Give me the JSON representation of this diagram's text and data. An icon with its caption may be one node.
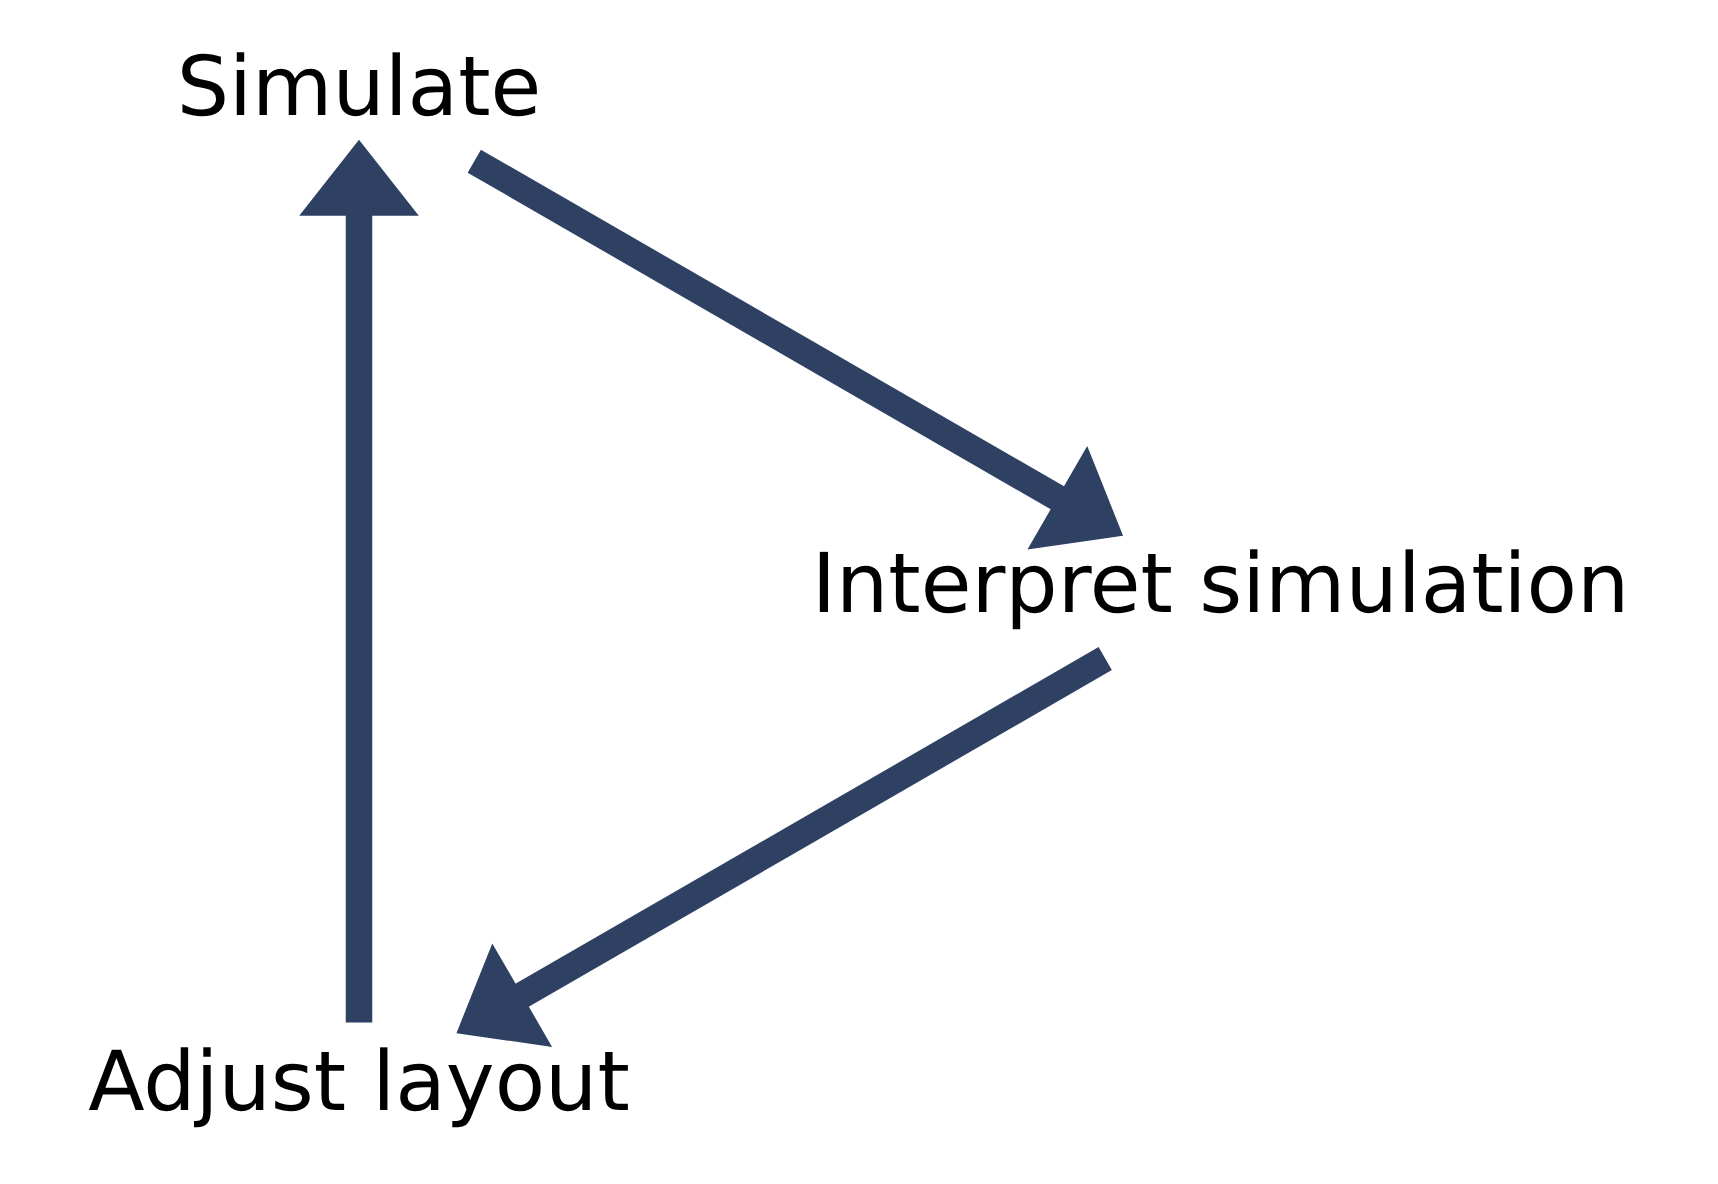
{
  "diagram": {
    "nodes": [
      {
        "text": [
          "Adjust layout"
        ]
      },
      {
        "text": [
          "Simulate"
        ]
      },
      {
        "text": [
          "Interpret simulation"
        ]
      }
    ],
    "edges": [
      {
        "from": 0,
        "to": 1,
        "arrow": "to"
      },
      {
        "from": 1,
        "to": 2,
        "arrow": "to"
      },
      {
        "from": 2,
        "to": 0,
        "arrow": "to"
      }
    ]
  }
}
